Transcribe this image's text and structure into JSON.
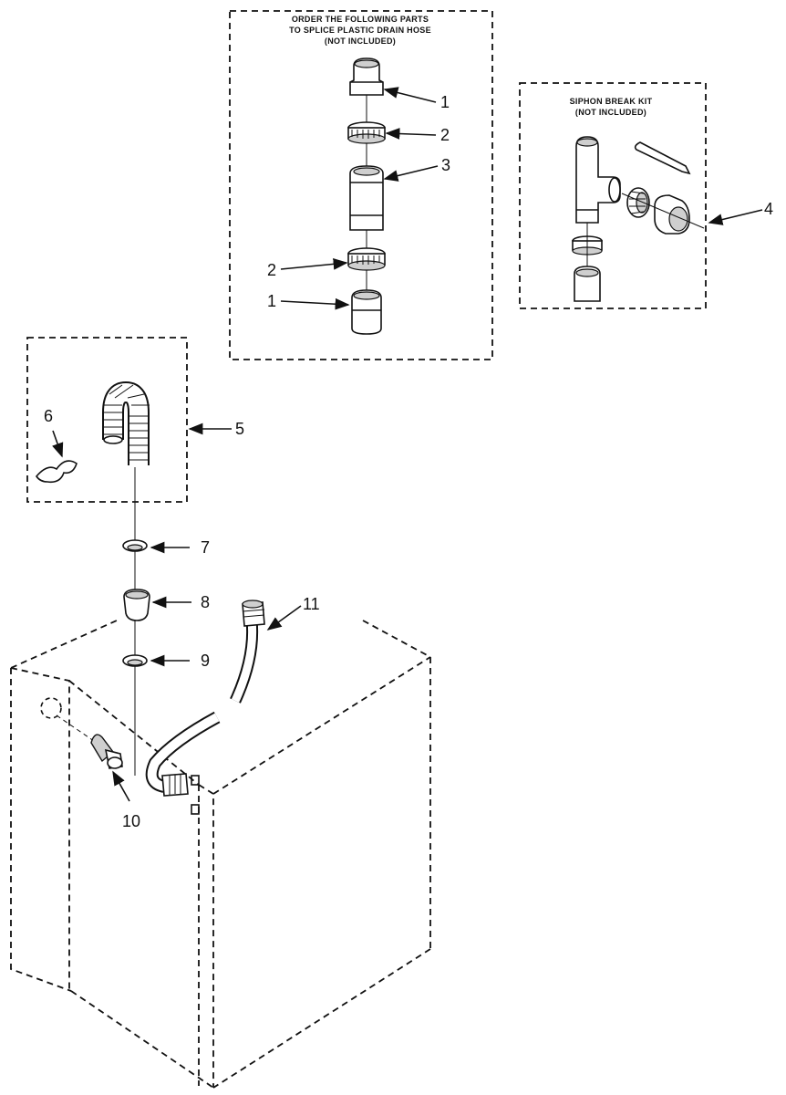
{
  "splice_kit": {
    "caption_line1": "ORDER THE FOLLOWING PARTS",
    "caption_line2": "TO SPLICE PLASTIC DRAIN HOSE",
    "caption_line3": "(NOT INCLUDED)"
  },
  "siphon_kit": {
    "caption_line1": "SIPHON BREAK KIT",
    "caption_line2": "(NOT INCLUDED)"
  },
  "callouts": {
    "p1_top": "1",
    "p2_top": "2",
    "p3": "3",
    "p2_bottom": "2",
    "p1_bottom": "1",
    "p4": "4",
    "p5": "5",
    "p6": "6",
    "p7": "7",
    "p8": "8",
    "p9": "9",
    "p10": "10",
    "p11": "11"
  }
}
